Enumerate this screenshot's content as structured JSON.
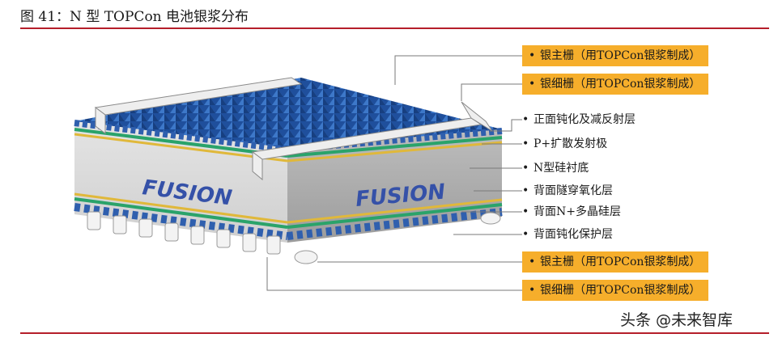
{
  "figure_title": "图 41：N 型 TOPCon 电池银浆分布",
  "brand_logo_text": "FUSION",
  "labels": [
    {
      "text": "银主栅（用TOPCon银浆制成）",
      "highlight": true
    },
    {
      "text": "银细栅（用TOPCon银浆制成）",
      "highlight": true
    },
    {
      "text": "正面钝化及减反射层",
      "highlight": false
    },
    {
      "text": "P+扩散发射极",
      "highlight": false
    },
    {
      "text": "N型硅衬底",
      "highlight": false
    },
    {
      "text": "背面隧穿氧化层",
      "highlight": false
    },
    {
      "text": "背面N+多晶硅层",
      "highlight": false
    },
    {
      "text": "背面钝化保护层",
      "highlight": false
    },
    {
      "text": "银主栅（用TOPCon银浆制成）",
      "highlight": true
    },
    {
      "text": "银细栅（用TOPCon银浆制成）",
      "highlight": true
    }
  ],
  "bullet": "•",
  "watermark": "头条 @未来智库",
  "colors": {
    "accent_rule": "#b51e2a",
    "label_highlight": "#f6ae2b",
    "pyramid_blue": "#2f5fae"
  }
}
